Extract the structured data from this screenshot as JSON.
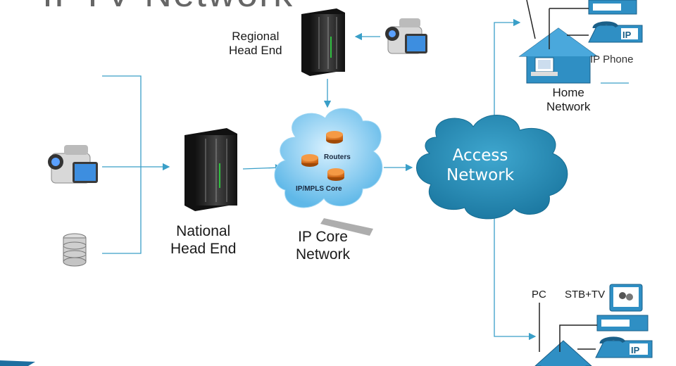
{
  "title": "IPTV Network",
  "labels": {
    "regional_head_end_1": "Regional",
    "regional_head_end_2": "Head End",
    "national_head_end_1": "National",
    "national_head_end_2": "Head End",
    "ip_core_network_1": "IP Core",
    "ip_core_network_2": "Network",
    "access_network_1": "Access",
    "access_network_2": "Network",
    "home_network_1": "Home",
    "home_network_2": "Network",
    "ip_phone": "IP Phone",
    "pc": "PC",
    "stb_tv": "STB+TV",
    "routers": "Routers",
    "ip_mpls_core": "IP/MPLS Core",
    "ip_badge_top": "IP",
    "ip_badge_bottom": "IP"
  },
  "colors": {
    "link_line": "#3a9fc8",
    "access_cloud": "#2b8fb8",
    "core_cloud": "#6fc4ee",
    "router": "#e07a20",
    "server": "#222222",
    "house": "#2f8fc4"
  },
  "icons": [
    "camera-icon",
    "database-icon",
    "server-icon",
    "router-icon",
    "house-icon",
    "ip-phone-icon",
    "set-top-box-icon",
    "tv-icon",
    "pc-icon"
  ]
}
